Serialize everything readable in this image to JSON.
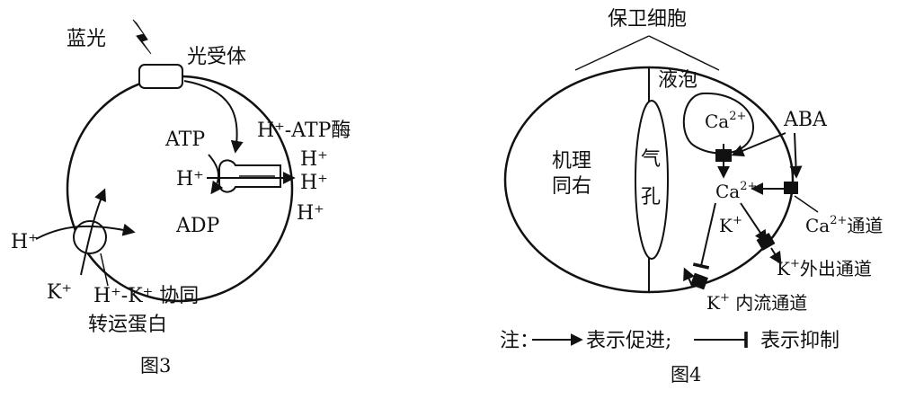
{
  "fig3": {
    "blue_light": "蓝光",
    "photoreceptor": "光受体",
    "atpase": "H⁺-ATP酶",
    "atp": "ATP",
    "adp": "ADP",
    "h_in": "H⁺",
    "h_out_1": "H⁺",
    "h_out_2": "H⁺",
    "h_out_3": "H⁺",
    "h_left": "H⁺",
    "k_left": "K⁺",
    "symporter_line1": "H⁺-K⁺ 协同",
    "symporter_line2": "转运蛋白",
    "caption": "图3"
  },
  "fig4": {
    "guard_cell": "保卫细胞",
    "vacuole": "液泡",
    "mechanism_line1": "机理",
    "mechanism_line2": "同右",
    "stoma_char1": "气",
    "stoma_char2": "孔",
    "ca_vacuole": "Ca",
    "ca_vacuole_sup": "2+",
    "aba": "ABA",
    "ca_cyto": "Ca",
    "ca_cyto_sup": "2+",
    "k_cyto": "K",
    "k_cyto_sup": "+",
    "ca_channel": "Ca",
    "ca_channel_sup": "2+",
    "ca_channel_suffix": "通道",
    "k_efflux": "K",
    "k_efflux_sup": "+",
    "k_efflux_suffix": "外出通道",
    "k_influx": "K",
    "k_influx_sup": "+",
    "k_influx_suffix": " 内流通道",
    "caption": "图4"
  },
  "note": {
    "prefix": "注：",
    "promote": "表示促进;",
    "inhibit": "表示抑制"
  },
  "colors": {
    "ink": "#111111",
    "background": "#ffffff"
  }
}
